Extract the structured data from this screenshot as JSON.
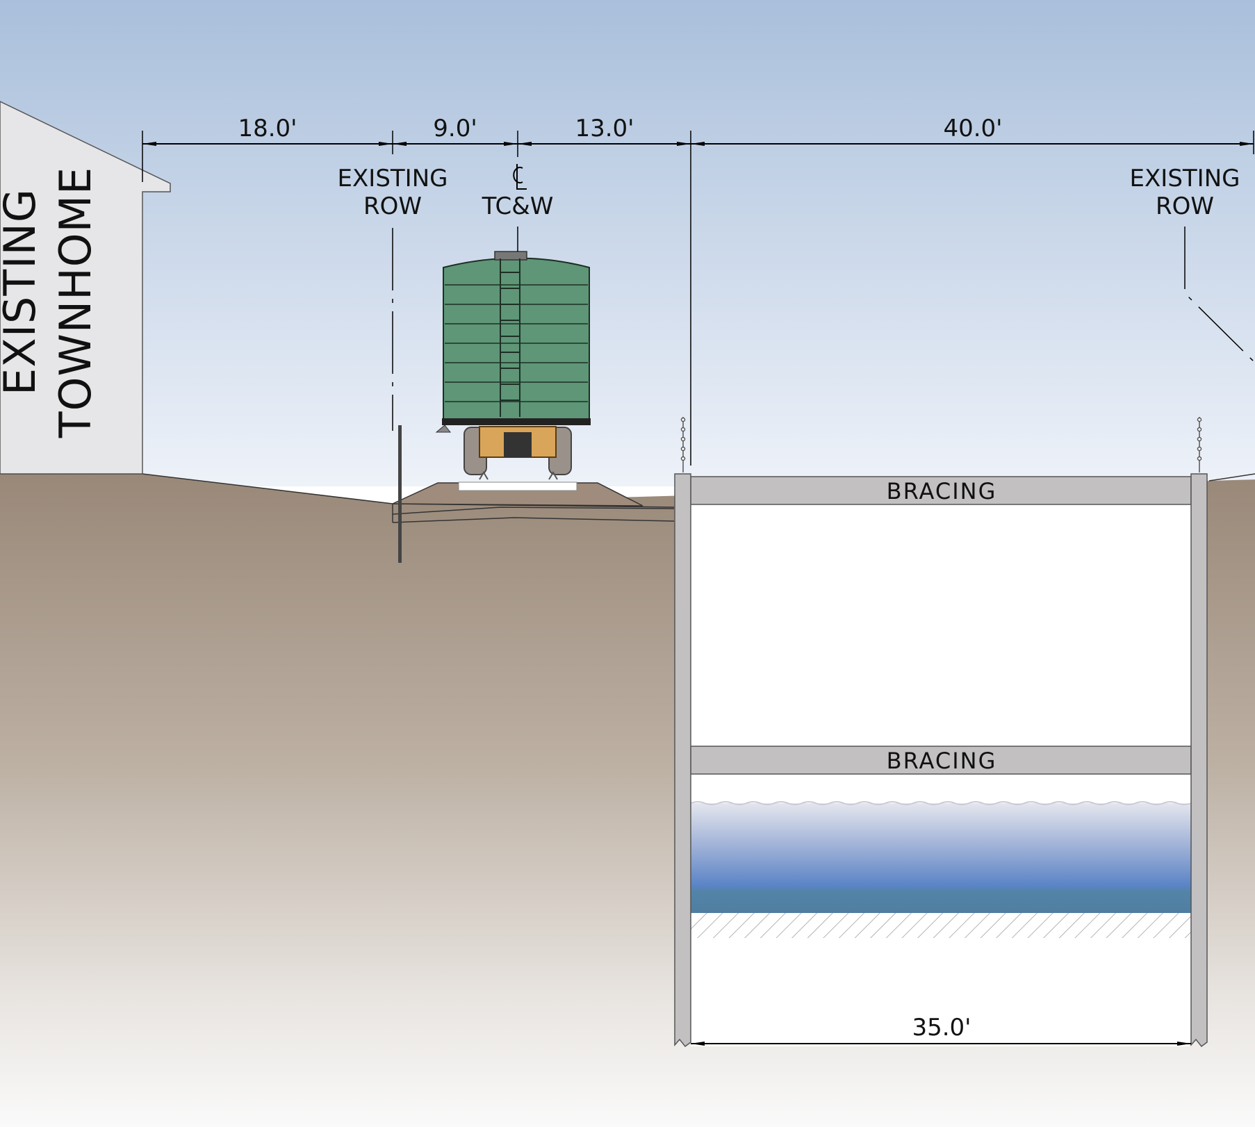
{
  "colors": {
    "sky_top": "#a9bfdb",
    "sky_bottom": "#eef2f9",
    "soil_top": "#998878",
    "soil_bottom": "#fafafa",
    "train_green": "#5e9677",
    "wheel_tan": "#d9a55a",
    "wall_gray": "#c3c0c1",
    "water_blue": "#5b84c6"
  },
  "labels": {
    "townhome_line1": "EXISTING",
    "townhome_line2": "TOWNHOME",
    "left_row_line1": "EXISTING",
    "left_row_line2": "ROW",
    "centerline_symbol": "CL",
    "centerline_name": "TC&W",
    "right_row_line1": "EXISTING",
    "right_row_line2": "ROW",
    "bracing_upper": "BRACING",
    "bracing_lower": "BRACING"
  },
  "dimensions": {
    "seg1": "18.0'",
    "seg2": "9.0'",
    "seg3": "13.0'",
    "seg4": "40.0'",
    "trench_width": "35.0'"
  },
  "icons": {
    "railcar": "boxcar-rear-view",
    "fence_post": "survey-fence-post",
    "hatch": "bedding-hatch"
  }
}
